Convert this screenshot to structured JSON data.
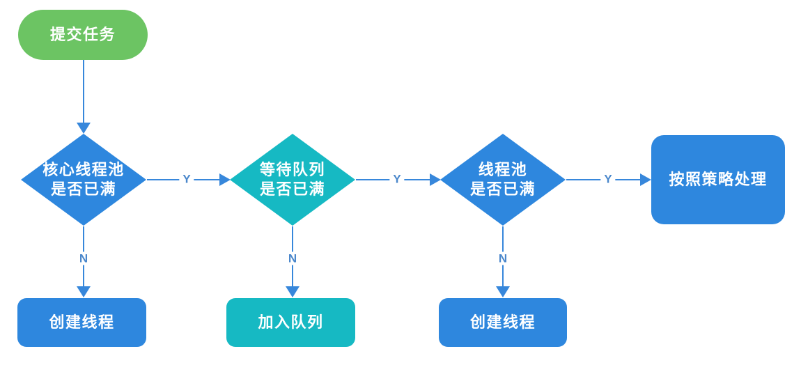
{
  "diagram": {
    "type": "flowchart",
    "colors": {
      "node_blue": "#2E87DE",
      "node_teal": "#16B9C3",
      "node_green": "#6CC463",
      "arrow": "#3787DB",
      "edge_label_text": "#4A87CB",
      "node_text": "#FFFFFF",
      "background": "#FFFFFF"
    },
    "nodes": {
      "submit": {
        "label": "提交任务",
        "shape": "pill",
        "color": "#6CC463"
      },
      "core_pool_full": {
        "label": "核心线程池\n是否已满",
        "shape": "diamond",
        "color": "#2E87DE"
      },
      "queue_full": {
        "label": "等待队列\n是否已满",
        "shape": "diamond",
        "color": "#16B9C3"
      },
      "pool_full": {
        "label": "线程池\n是否已满",
        "shape": "diamond",
        "color": "#2E87DE"
      },
      "handle_policy": {
        "label": "按照策略处理",
        "shape": "rect",
        "color": "#2E87DE"
      },
      "create_thread_1": {
        "label": "创建线程",
        "shape": "rect",
        "color": "#2E87DE"
      },
      "join_queue": {
        "label": "加入队列",
        "shape": "rect",
        "color": "#16B9C3"
      },
      "create_thread_2": {
        "label": "创建线程",
        "shape": "rect",
        "color": "#2E87DE"
      }
    },
    "edges": [
      {
        "from": "submit",
        "to": "core_pool_full",
        "label": ""
      },
      {
        "from": "core_pool_full",
        "to": "queue_full",
        "label": "Y"
      },
      {
        "from": "core_pool_full",
        "to": "create_thread_1",
        "label": "N"
      },
      {
        "from": "queue_full",
        "to": "pool_full",
        "label": "Y"
      },
      {
        "from": "queue_full",
        "to": "join_queue",
        "label": "N"
      },
      {
        "from": "pool_full",
        "to": "handle_policy",
        "label": "Y"
      },
      {
        "from": "pool_full",
        "to": "create_thread_2",
        "label": "N"
      }
    ]
  }
}
